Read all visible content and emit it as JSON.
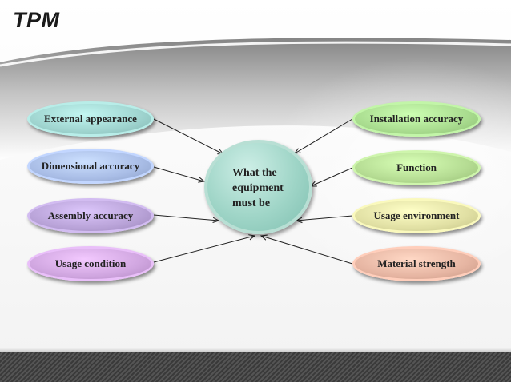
{
  "title": "TPM",
  "center": {
    "label": "What the\nequipment\nmust be"
  },
  "left_items": [
    {
      "label": "External appearance",
      "color": "#9fd4cf"
    },
    {
      "label": "Dimensional accuracy",
      "color": "#a9bde6"
    },
    {
      "label": "Assembly accuracy",
      "color": "#b9a3d8"
    },
    {
      "label": "Usage condition",
      "color": "#d0a6e0"
    }
  ],
  "right_items": [
    {
      "label": "Installation accuracy",
      "color": "#a9dc8f"
    },
    {
      "label": "Function",
      "color": "#b5dc93"
    },
    {
      "label": "Usage environment",
      "color": "#e1e0a4"
    },
    {
      "label": "Material strength",
      "color": "#e6b5a2"
    }
  ]
}
